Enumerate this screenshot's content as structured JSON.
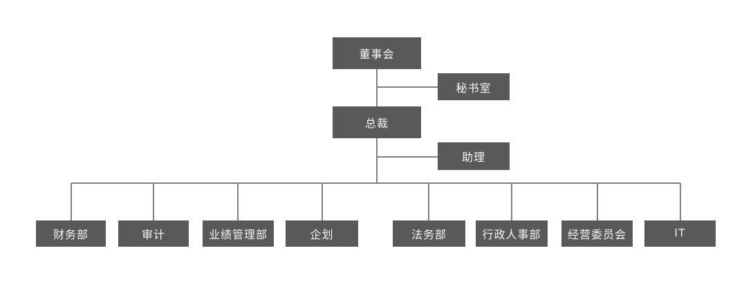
{
  "diagram": {
    "type": "org-chart",
    "colors": {
      "node_fill": "#595959",
      "node_text": "#f5f5f5",
      "connector": "#7f7f7f",
      "background": "#ffffff"
    },
    "nodes": {
      "board": {
        "label": "董事会"
      },
      "secretary": {
        "label": "秘书室"
      },
      "president": {
        "label": "总裁"
      },
      "assistant": {
        "label": "助理"
      },
      "departments": [
        {
          "label": "财务部"
        },
        {
          "label": "审计"
        },
        {
          "label": "业绩管理部"
        },
        {
          "label": "企划"
        },
        {
          "label": "法务部"
        },
        {
          "label": "行政人事部"
        },
        {
          "label": "经营委员会"
        },
        {
          "label": "IT"
        }
      ]
    },
    "structure": {
      "root": "董事会",
      "root_staff": "秘书室",
      "second_level": "总裁",
      "second_level_staff": "助理",
      "third_level_parent": "总裁"
    }
  }
}
